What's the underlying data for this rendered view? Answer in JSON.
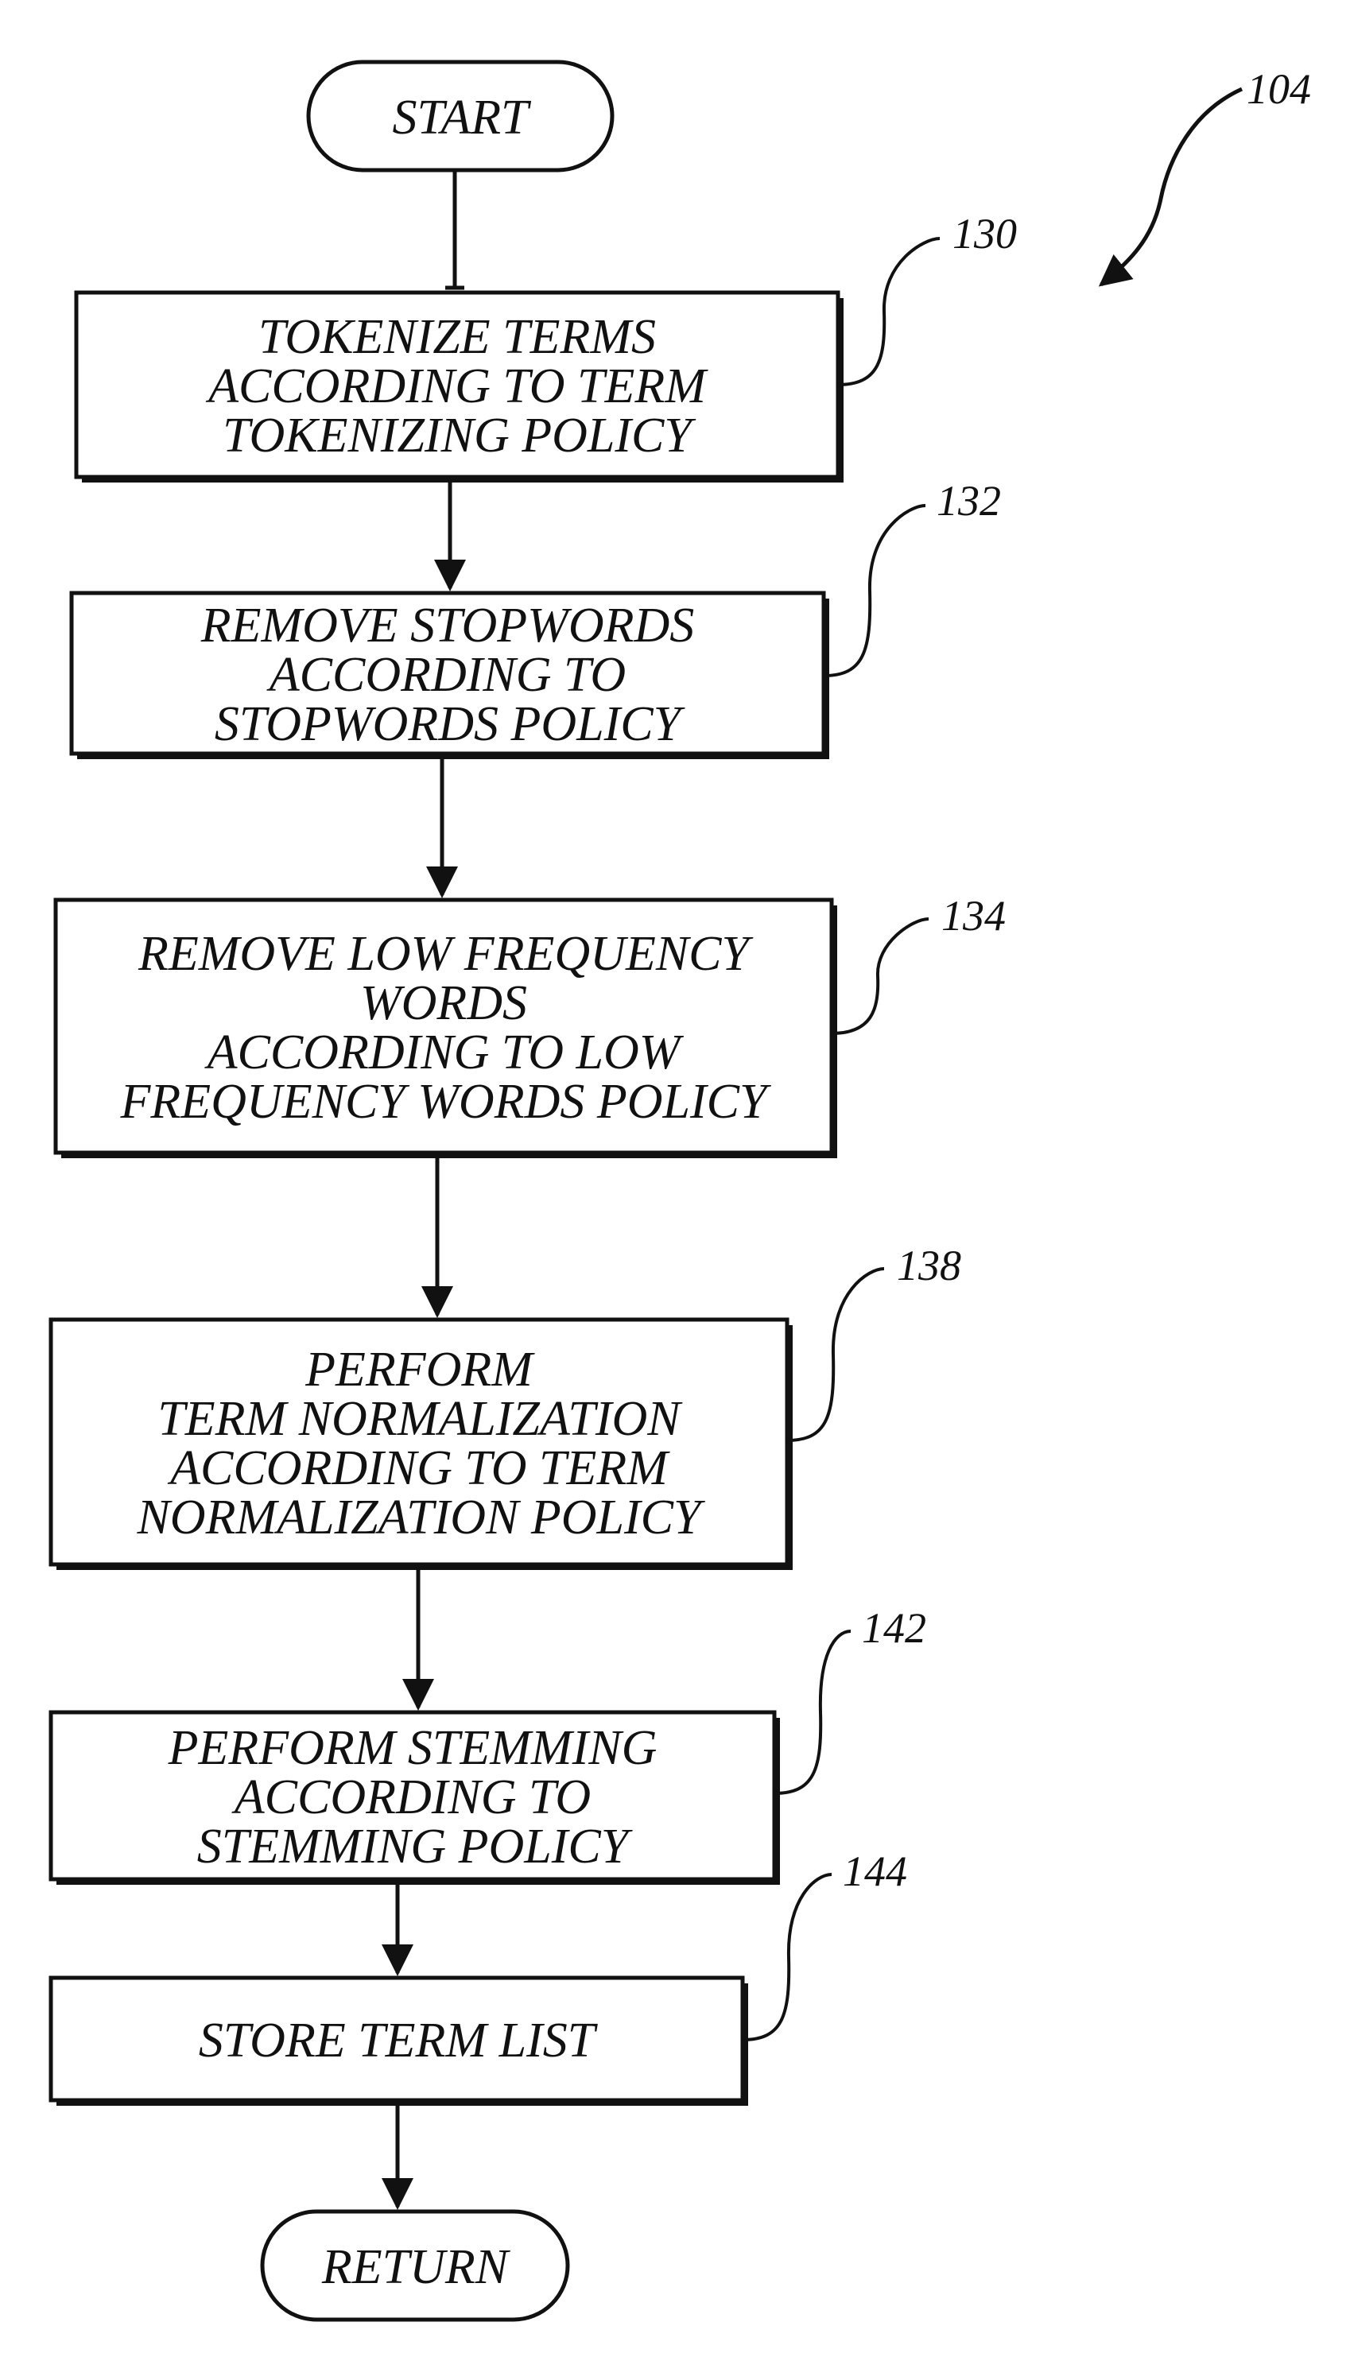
{
  "flowchart": {
    "figure_ref": "104",
    "start": {
      "label": "START"
    },
    "steps": [
      {
        "ref": "130",
        "lines": [
          "TOKENIZE TERMS",
          "ACCORDING TO TERM",
          "TOKENIZING POLICY"
        ]
      },
      {
        "ref": "132",
        "lines": [
          "REMOVE STOPWORDS",
          "ACCORDING TO",
          "STOPWORDS POLICY"
        ]
      },
      {
        "ref": "134",
        "lines": [
          "REMOVE LOW FREQUENCY",
          "WORDS",
          "ACCORDING TO LOW",
          "FREQUENCY WORDS POLICY"
        ]
      },
      {
        "ref": "138",
        "lines": [
          "PERFORM",
          "TERM NORMALIZATION",
          "ACCORDING TO TERM",
          "NORMALIZATION  POLICY"
        ]
      },
      {
        "ref": "142",
        "lines": [
          "PERFORM STEMMING",
          "ACCORDING TO",
          "STEMMING POLICY"
        ]
      },
      {
        "ref": "144",
        "lines": [
          "STORE TERM LIST"
        ]
      }
    ],
    "end": {
      "label": "RETURN"
    }
  }
}
